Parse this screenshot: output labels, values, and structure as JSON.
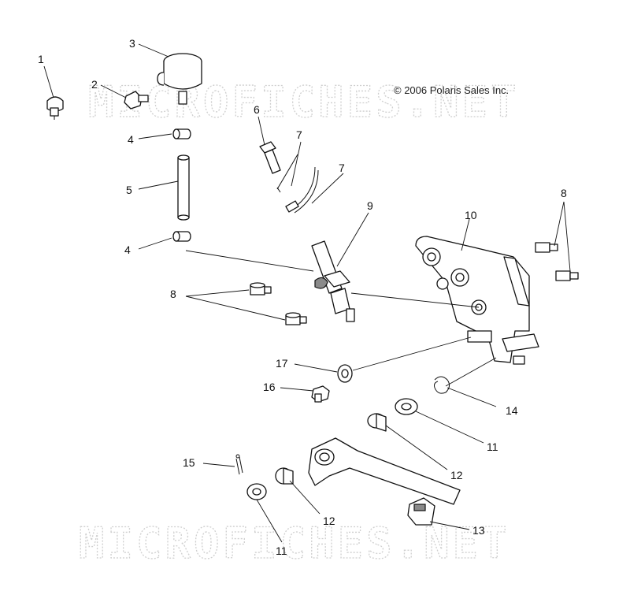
{
  "copyright": "© 2006 Polaris Sales Inc.",
  "watermark_text": "MICROFICHES.NET",
  "callouts": {
    "c1": "1",
    "c2": "2",
    "c3": "3",
    "c4a": "4",
    "c4b": "4",
    "c5": "5",
    "c6": "6",
    "c7a": "7",
    "c7b": "7",
    "c8a": "8",
    "c8b": "8",
    "c9": "9",
    "c10": "10",
    "c11a": "11",
    "c11b": "11",
    "c12a": "12",
    "c12b": "12",
    "c13": "13",
    "c14": "14",
    "c15": "15",
    "c16": "16",
    "c17": "17"
  },
  "colors": {
    "line": "#111111",
    "watermark": "#cfcfcf",
    "background": "#ffffff"
  }
}
